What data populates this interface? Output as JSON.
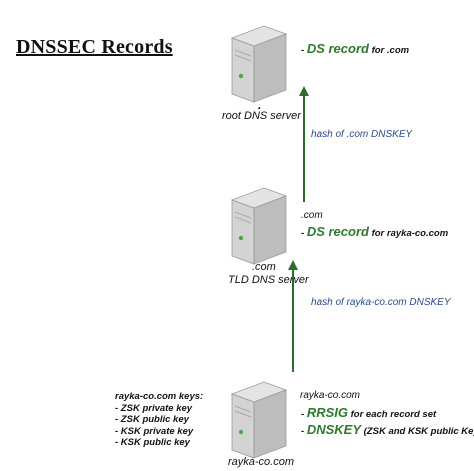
{
  "title": "DNSSEC Records",
  "root": {
    "dot": ".",
    "name": "root DNS server",
    "record_prefix": "- ",
    "record_name": "DS record",
    "record_suffix": " for .com"
  },
  "arrow_top": {
    "label": "hash of .com DNSKEY"
  },
  "tld": {
    "zone": ".com",
    "name": "TLD DNS server",
    "record_zone": ".com",
    "record_prefix": "- ",
    "record_name": "DS record",
    "record_suffix": " for rayka-co.com"
  },
  "arrow_bottom": {
    "label": "hash of rayka-co.com DNSKEY"
  },
  "domain": {
    "name": "rayka-co.com",
    "records_zone": "rayka-co.com",
    "rrsig_prefix": "- ",
    "rrsig_name": "RRSIG",
    "rrsig_suffix": " for each record set",
    "dnskey_prefix": "- ",
    "dnskey_name": "DNSKEY",
    "dnskey_suffix": " (ZSK and KSK public Key)"
  },
  "keys": {
    "heading": "rayka-co.com keys:",
    "items": [
      "- ZSK private key",
      "- ZSK public key",
      "- KSK private key",
      "- KSK public key"
    ]
  },
  "colors": {
    "record_green": "#2f7a2f",
    "arrow_green": "#2e6b2e",
    "hash_blue": "#2b4a8c"
  }
}
